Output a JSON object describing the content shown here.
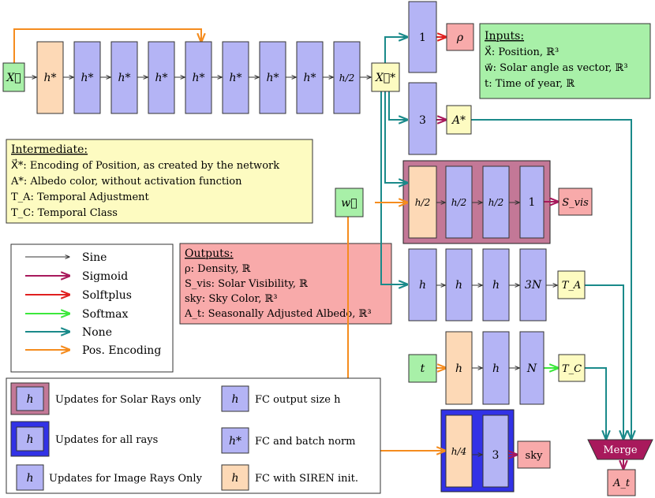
{
  "colors": {
    "input_green": "#a8f0a8",
    "siren_orange": "#fdd9b6",
    "fc_blue": "#b4b4f5",
    "output_red": "#f8aaaa",
    "note_yellow": "#fdfbc1",
    "solar_group": "#c37897",
    "all_rays_group": "#3232e6",
    "sine": "#333333",
    "sigmoid": "#a8195c",
    "softplus": "#e02020",
    "softmax": "#3ce83c",
    "none": "#1a8a8a",
    "pos_encoding": "#f58c1e"
  },
  "nodes": {
    "x_in": "X⃗",
    "x_enc": "X⃗*",
    "h_star": "h*",
    "h_half": "h/2",
    "h_quarter": "h/4",
    "h": "h",
    "one": "1",
    "three": "3",
    "three_n": "3N",
    "n": "N",
    "rho": "ρ",
    "a_star": "A*",
    "s_vis": "S_vis",
    "t_a": "T_A",
    "t_c": "T_C",
    "sky": "sky",
    "w_in": "w⃗",
    "t_in": "t",
    "merge": "Merge",
    "a_t": "A_t"
  },
  "inputs_box": {
    "title": "Inputs:",
    "lines": [
      "X⃗: Position, ℝ³",
      "w⃗: Solar angle as vector, ℝ³",
      "t: Time of year, ℝ"
    ]
  },
  "intermediate_box": {
    "title": "Intermediate:",
    "lines": [
      "X⃗*: Encoding of Position, as created by the network",
      "A*: Albedo color, without activation function",
      "T_A: Temporal Adjustment",
      "T_C: Temporal Class"
    ]
  },
  "outputs_box": {
    "title": "Outputs:",
    "lines": [
      "ρ: Density, ℝ",
      "S_vis: Solar Visibility, ℝ",
      "sky: Sky Color, ℝ³",
      "A_t: Seasonally Adjusted Albedo, ℝ³"
    ]
  },
  "legend_arrows": [
    "Sine",
    "Sigmoid",
    "Solftplus",
    "Softmax",
    "None",
    "Pos. Encoding"
  ],
  "legend_blocks": {
    "box_label": "h",
    "box_label_star": "h*",
    "solar": "Updates for Solar Rays only",
    "fc": "FC output size h",
    "all": "Updates for all rays",
    "fc_bn": "FC and batch norm",
    "image": "Updates for Image Rays Only",
    "siren": "FC with SIREN init."
  }
}
